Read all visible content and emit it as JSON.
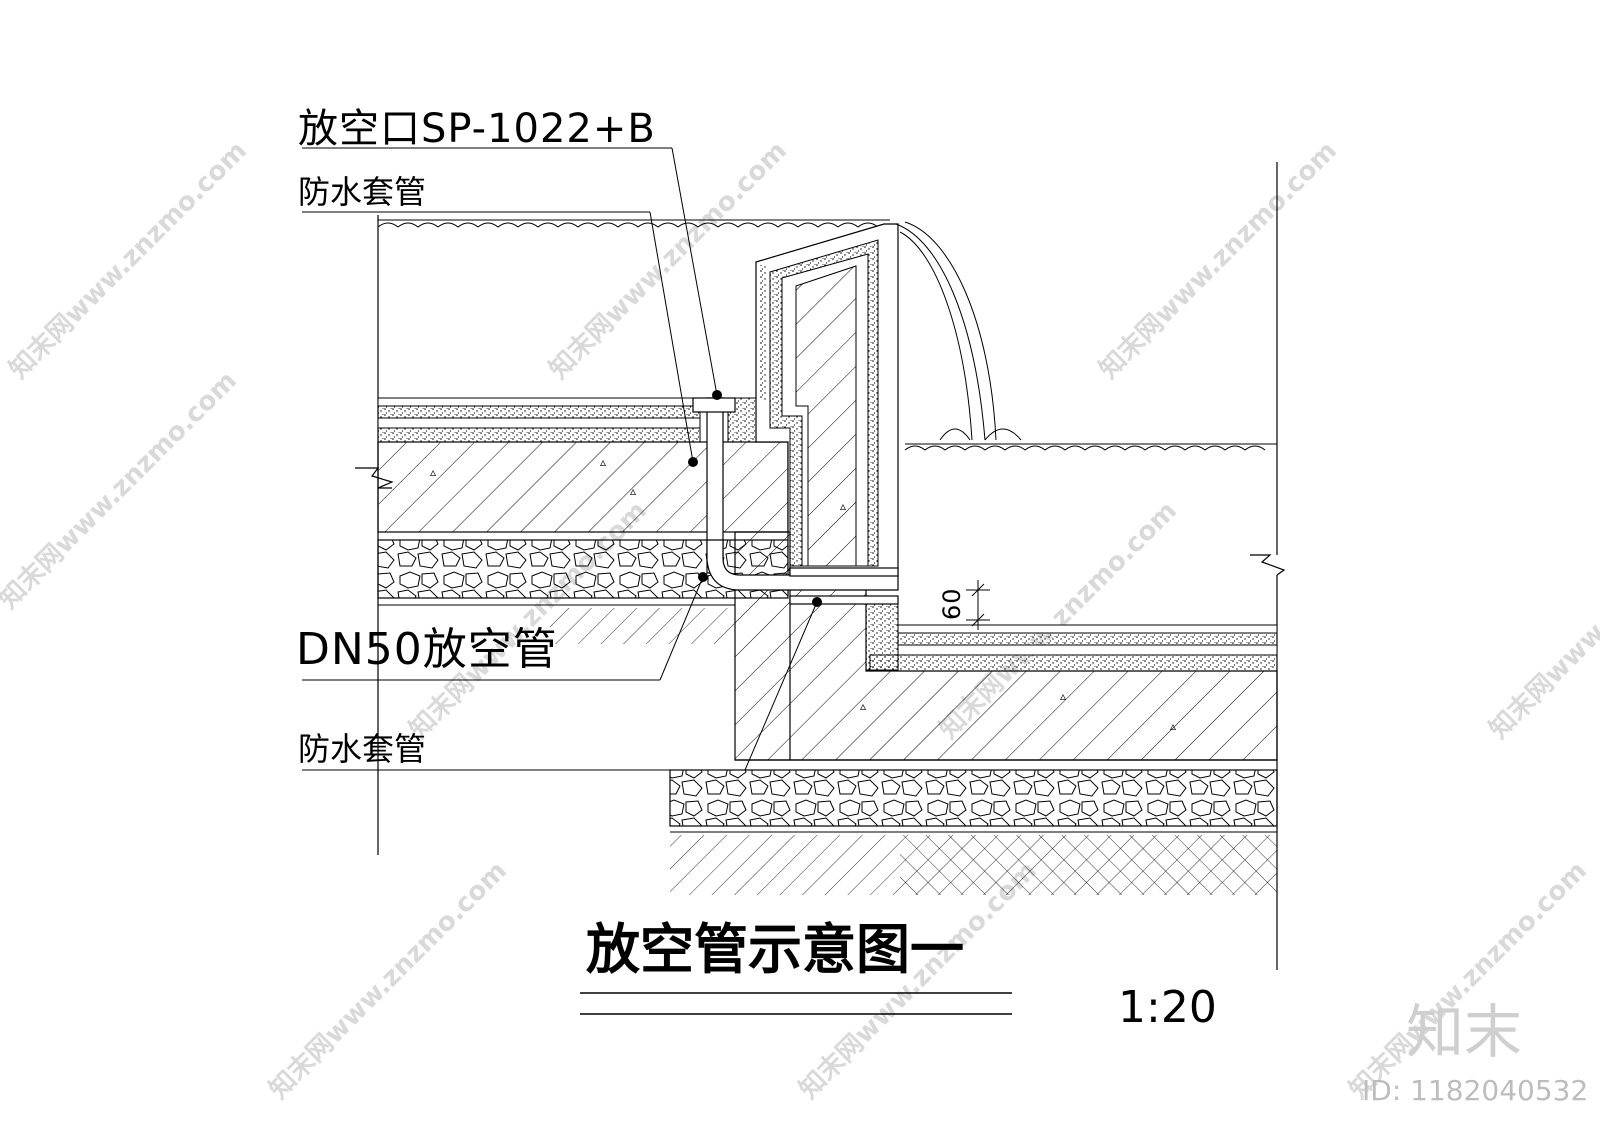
{
  "labels": {
    "vent_outlet": "放空口SP-1022+B",
    "sleeve_upper": "防水套管",
    "vent_pipe": "DN50放空管",
    "sleeve_lower": "防水套管",
    "dimension": "60"
  },
  "title": {
    "text": "放空管示意图一",
    "scale": "1:20"
  },
  "watermark": {
    "site": "知末网www.znzmo.com",
    "logo": "知末",
    "id": "ID: 1182040532"
  }
}
